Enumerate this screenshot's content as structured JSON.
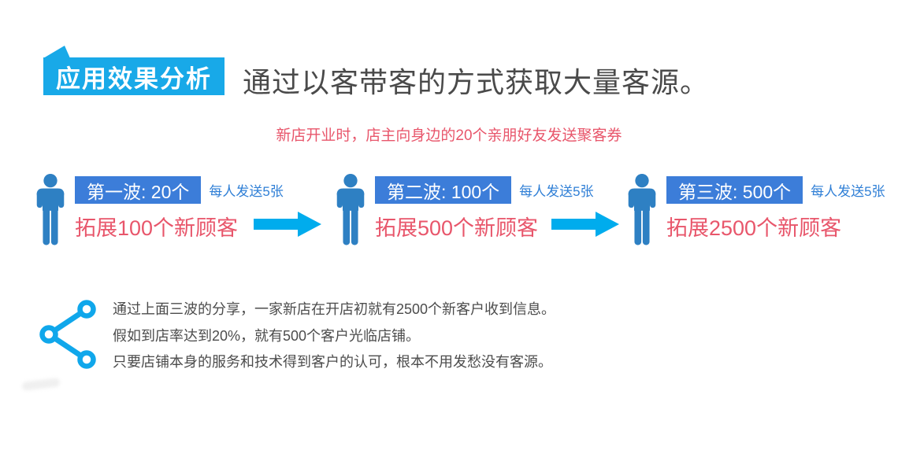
{
  "header": {
    "badge_label": "应用效果分析",
    "title": "通过以客带客的方式获取大量客源。",
    "subtitle": "新店开业时，店主向身边的20个亲朋好友发送聚客券"
  },
  "waves": [
    {
      "badge": "第一波: 20个",
      "note": "每人发送5张",
      "result": "拓展100个新顾客"
    },
    {
      "badge": "第二波: 100个",
      "note": "每人发送5张",
      "result": "拓展500个新顾客"
    },
    {
      "badge": "第三波: 500个",
      "note": "每人发送5张",
      "result": "拓展2500个新顾客"
    }
  ],
  "summary": {
    "lines": [
      "通过上面三波的分享，一家新店在开店初就有2500个新客户收到信息。",
      "假如到店率达到20%，就有500个客户光临店铺。",
      "只要店铺本身的服务和技术得到客户的认可，根本不用发愁没有客源。"
    ]
  },
  "icons": {
    "flag_corner": "flag-corner-icon",
    "person": "person-icon",
    "arrow": "arrow-right-icon",
    "share": "share-icon"
  },
  "colors": {
    "header_cyan": "#18a9e8",
    "arrow_cyan": "#00aced",
    "share_cyan": "#10a7eb",
    "wave_badge_blue": "#3c7dd9",
    "person_blue": "#2e80c3",
    "note_blue": "#2f7fd6",
    "accent_red": "#e8566b",
    "title_gray": "#4a4a4a",
    "body_gray": "#4c4c4c",
    "background": "#ffffff"
  }
}
